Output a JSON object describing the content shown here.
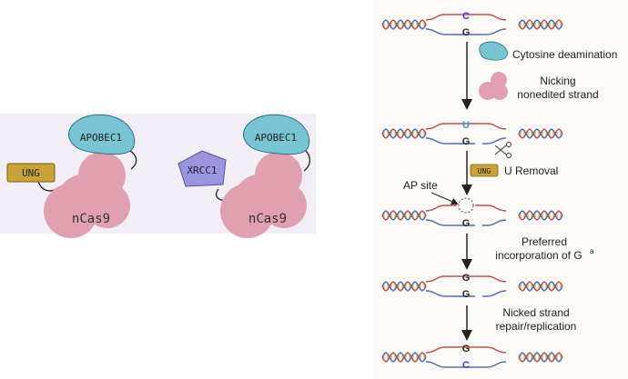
{
  "left_panel": {
    "construct_1": {
      "ung": "UNG",
      "apobec": "APOBEC1",
      "cas": "nCas9"
    },
    "construct_2": {
      "xrcc": "XRCC1",
      "apobec": "APOBEC1",
      "cas": "nCas9"
    }
  },
  "pathway": {
    "step1": {
      "top_base": "C",
      "bottom_base": "G"
    },
    "legend_deamination": "Cytosine deamination",
    "legend_nicking_line1": "Nicking",
    "legend_nicking_line2": "nonedited strand",
    "step2": {
      "top_base": "U",
      "bottom_base": "G"
    },
    "ung_badge": "UNG",
    "u_removal": "U Removal",
    "ap_site": "AP site",
    "step3": {
      "bottom_base": "G"
    },
    "preferred_line1": "Preferred",
    "preferred_line2": "incorporation of G",
    "preferred_superscript": "a",
    "step4": {
      "top_base": "G",
      "bottom_base": "G"
    },
    "repair_line1": "Nicked strand",
    "repair_line2": "repair/replication",
    "step5": {
      "top_base": "G",
      "bottom_base": "C"
    }
  },
  "colors": {
    "panel_bg": "#f1eef6",
    "apobec": "#79c4d2",
    "cas": "#e0a0b0",
    "ung": "#c9a23a",
    "xrcc": "#9b95e0",
    "strand_top": "#c0504d",
    "strand_bottom": "#4f6fb3",
    "base_c": "#3a3ad8",
    "base_u": "#2aa0d0"
  }
}
